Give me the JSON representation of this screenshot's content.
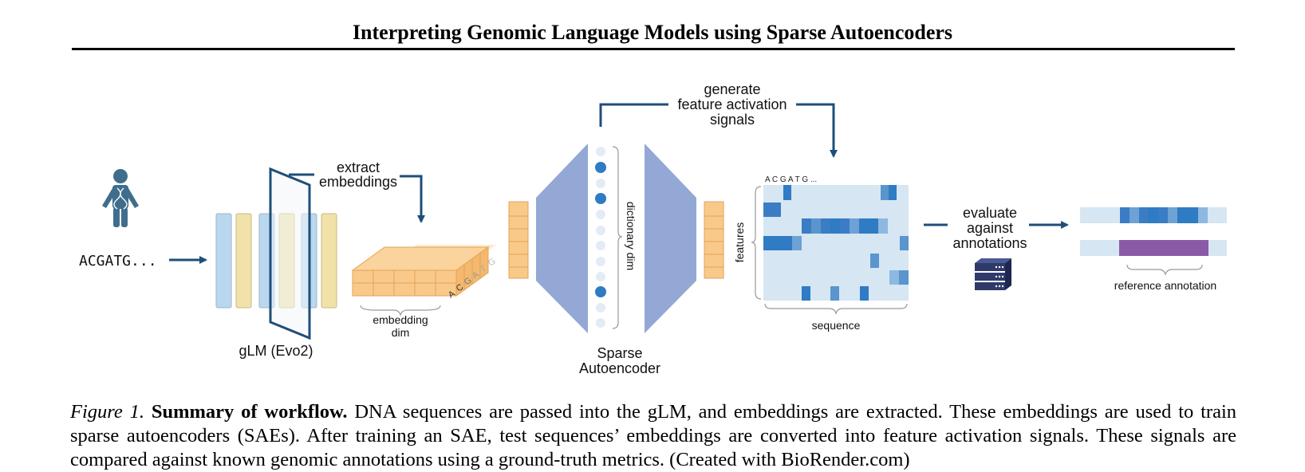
{
  "header": {
    "title": "Interpreting Genomic Language Models using Sparse Autoencoders"
  },
  "figure": {
    "input_sequence": "ACGATG...",
    "extract_label": [
      "extract",
      "embeddings"
    ],
    "glm_label": "gLM (Evo2)",
    "embedding_dim_label": [
      "embedding",
      "dim"
    ],
    "cube_letters": [
      "A",
      "C",
      "G",
      "A",
      "T",
      "G"
    ],
    "generate_label": [
      "generate",
      "feature activation",
      "signals"
    ],
    "dictionary_label": "dictionary dim",
    "sae_label": [
      "Sparse",
      "Autoencoder"
    ],
    "heatmap_seq_label": "A C G A T G ...",
    "features_label": "features",
    "sequence_label": "sequence",
    "evaluate_label": [
      "evaluate",
      "against",
      "annotations"
    ],
    "reference_label": "reference annotation",
    "colors": {
      "arrow": "#1f4e79",
      "light_blue_layer": "#b9d8ef",
      "yellow_layer": "#f0e2a8",
      "encoder": "#93a8d4",
      "cube": "#f9c98a",
      "heatmap_bg": "#d6e6f3",
      "heatmap_cell": "#3a7dc4",
      "annotation_purple": "#8a5aa8",
      "server": "#2f3a6b",
      "person": "#3f6e8c"
    }
  },
  "caption": {
    "label": "Figure 1.",
    "heading": "Summary of workflow.",
    "text": "DNA sequences are passed into the gLM, and embeddings are extracted. These embeddings are used to train sparse autoencoders (SAEs). After training an SAE, test sequences’ embeddings are converted into feature activation signals. These signals are compared against known genomic annotations using a ground-truth metrics. (Created with BioRender.com)"
  }
}
